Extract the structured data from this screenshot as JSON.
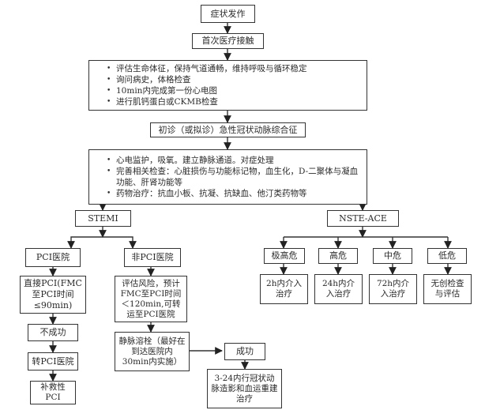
{
  "nodes": {
    "onset": "症状发作",
    "first_contact": "首次医疗接触",
    "initial_steps": [
      "评估生命体征，保持气道通畅，维持呼吸与循环稳定",
      "询问病史，体格检查",
      "10min内完成第一份心电图",
      "进行肌钙蛋白或CKMB检查"
    ],
    "diagnosis": "初诊（或拟诊）急性冠状动脉综合征",
    "management_steps": [
      "心电监护，吸氧。建立静脉通道。对症处理",
      "完善相关检查：心脏损伤与功能标记物，血生化，D-二聚体与凝血功能、肝肾功能等",
      "药物治疗：抗血小板、抗凝、抗缺血、他汀类药物等"
    ],
    "stemi": "STEMI",
    "nste": "NSTE-ACE",
    "pci_hospital": "PCI医院",
    "non_pci_hospital": "非PCI医院",
    "direct_pci": "直接PCI(FMC至PCI时间≤90min)",
    "assess_risk": "评估风险，预计FMC至PCI时间＜120min,可转运至PCI医院",
    "fail": "不成功",
    "transfer_pci": "转PCI医院",
    "rescue_pci": "补救性PCI",
    "thrombolysis": "静脉溶栓（最好在到达医院内30min内实施）",
    "success": "成功",
    "angiography": "3-24内行冠状动脉造影和血运重建治疗",
    "risk_very_high": "极高危",
    "risk_high": "高危",
    "risk_mid": "中危",
    "risk_low": "低危",
    "tx_very_high": "2h内介入治疗",
    "tx_high": "24h内介入治疗",
    "tx_mid": "72h内介入治疗",
    "tx_low": "无创检查与评估"
  },
  "colors": {
    "line": "#333333",
    "text": "#2a2a2a"
  }
}
